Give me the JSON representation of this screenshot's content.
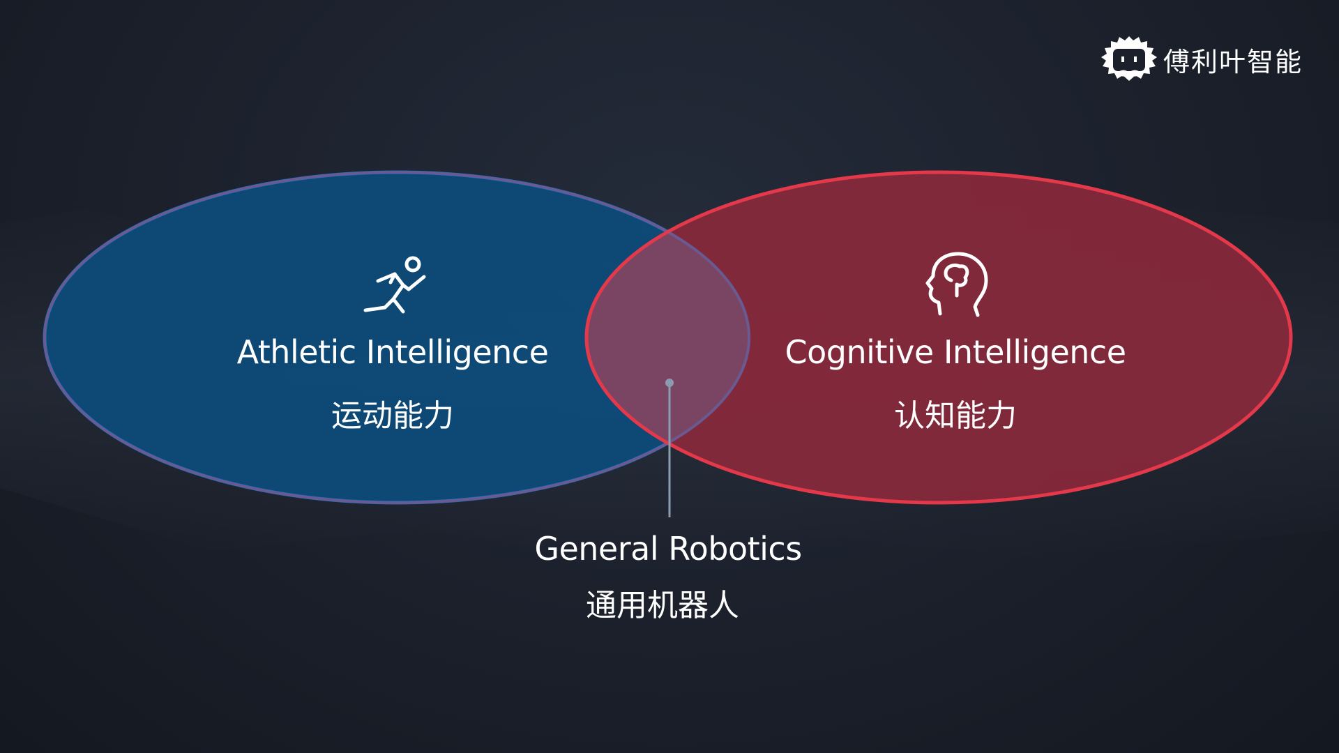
{
  "logo": {
    "text": "傅利叶智能",
    "icon": "einstein-mascot-icon"
  },
  "left_circle": {
    "title": "Athletic Intelligence",
    "subtitle": "运动能力",
    "icon": "runner-icon",
    "color": "#0a74c9"
  },
  "right_circle": {
    "title": "Cognitive Intelligence",
    "subtitle": "认知能力",
    "icon": "brain-head-icon",
    "color": "#e3394b"
  },
  "intersection": {
    "title": "General Robotics",
    "subtitle": "通用机器人"
  }
}
